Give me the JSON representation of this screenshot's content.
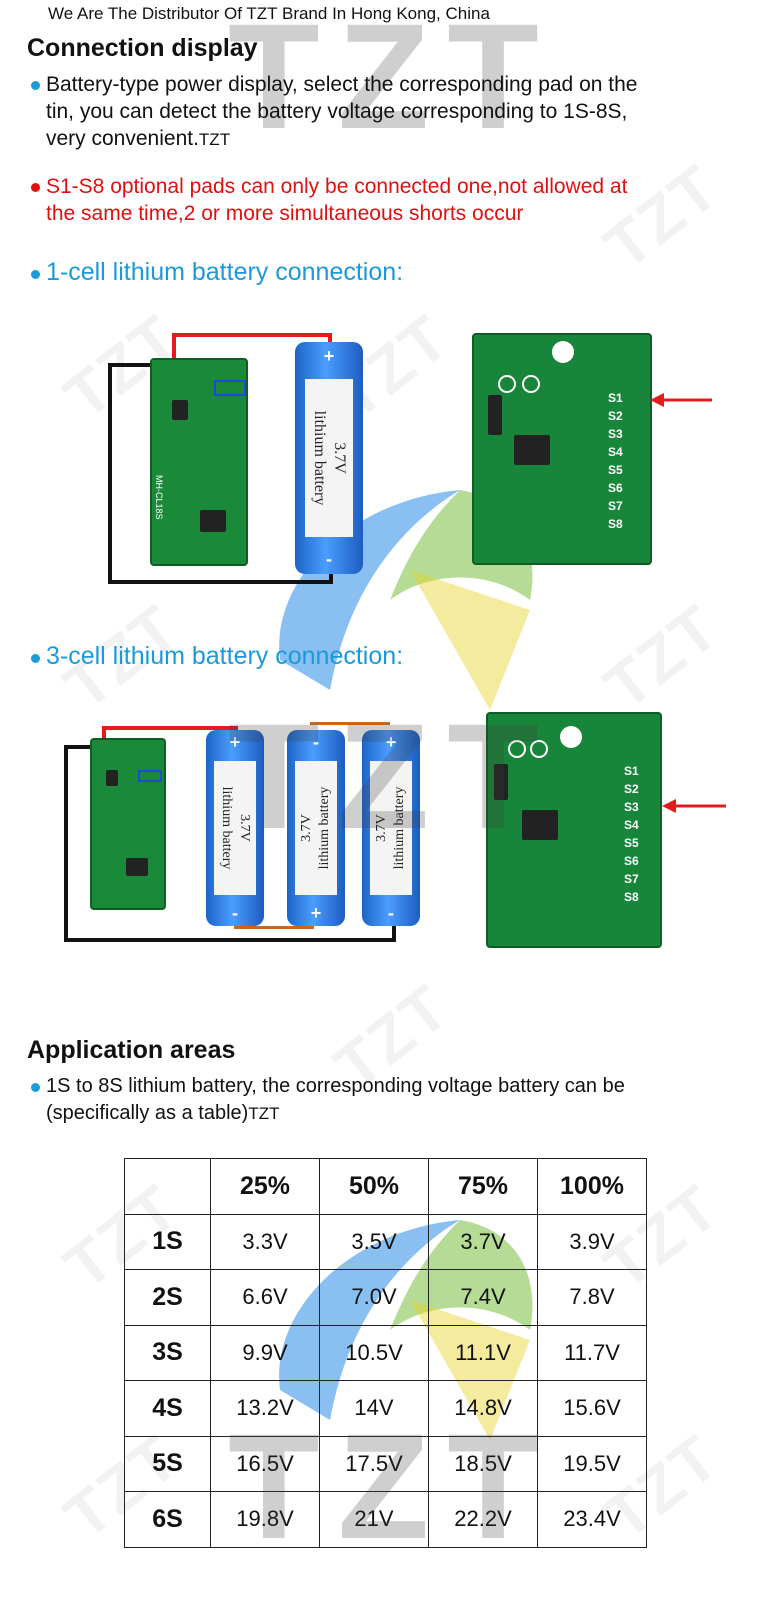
{
  "top_note": "We Are The Distributor Of TZT Brand In Hong Kong, China",
  "connection": {
    "title": "Connection display",
    "bullet1": [
      "Battery-type power display, select the corresponding pad on the",
      "tin, you can detect the battery voltage corresponding to 1S-8S,",
      "very convenient."
    ],
    "bullet1_brand": "TZT",
    "warning": [
      "S1-S8 optional pads can only be connected one,not allowed at",
      "the same time,2 or more simultaneous shorts occur"
    ],
    "one_cell": "1-cell lithium battery connection:",
    "three_cell": "3-cell lithium battery connection:"
  },
  "battery": {
    "voltage": "3.7V",
    "name": "lithium battery",
    "plus": "+",
    "minus": "-"
  },
  "pcb": {
    "pads": [
      "S1",
      "S2",
      "S3",
      "S4",
      "S5",
      "S6",
      "S7",
      "S8"
    ],
    "model": "MH-CL18S"
  },
  "application": {
    "title": "Application areas",
    "bullet": [
      "1S to 8S lithium battery, the corresponding voltage battery can be",
      "(specifically as a table)"
    ],
    "brand": "TZT"
  },
  "table": {
    "headers": [
      "",
      "25%",
      "50%",
      "75%",
      "100%"
    ],
    "rows": [
      {
        "label": "1S",
        "values": [
          "3.3V",
          "3.5V",
          "3.7V",
          "3.9V"
        ]
      },
      {
        "label": "2S",
        "values": [
          "6.6V",
          "7.0V",
          "7.4V",
          "7.8V"
        ]
      },
      {
        "label": "3S",
        "values": [
          "9.9V",
          "10.5V",
          "11.1V",
          "11.7V"
        ]
      },
      {
        "label": "4S",
        "values": [
          "13.2V",
          "14V",
          "14.8V",
          "15.6V"
        ]
      },
      {
        "label": "5S",
        "values": [
          "16.5V",
          "17.5V",
          "18.5V",
          "19.5V"
        ]
      },
      {
        "label": "6S",
        "values": [
          "19.8V",
          "21V",
          "22.2V",
          "23.4V"
        ]
      }
    ]
  },
  "watermark": "TZT",
  "colors": {
    "accent_blue": "#1b9ad8",
    "warning_red": "#e0100f",
    "pcb_green": "#1a8a3a",
    "battery_blue": "#2a79e0"
  }
}
